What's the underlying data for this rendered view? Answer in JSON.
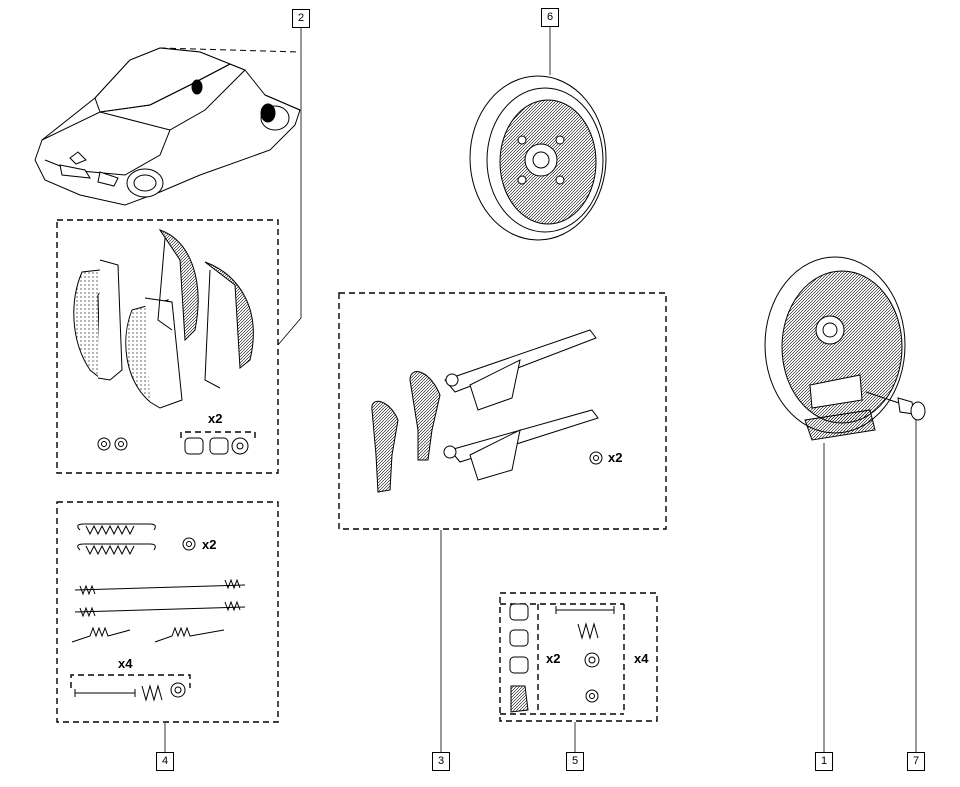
{
  "callouts": {
    "c1": "1",
    "c2": "2",
    "c3": "3",
    "c4": "4",
    "c5": "5",
    "c6": "6",
    "c7": "7"
  },
  "quantities": {
    "shoes_adjusters_x2": "x2",
    "springs_washer_x2": "x2",
    "springs_pins_x4": "x4",
    "adjuster_washer_x2": "x2",
    "kit5_caps_x2": "x2",
    "kit5_pins_x4": "x4"
  },
  "icons": {
    "vehicle": "car-icon",
    "brake_shoes": "brake-shoe-icon",
    "springs": "spring-icon",
    "adjuster": "adjuster-icon",
    "backing_plate": "backing-plate-icon",
    "drum": "brake-drum-icon",
    "bleed_screw": "bleed-screw-icon"
  }
}
